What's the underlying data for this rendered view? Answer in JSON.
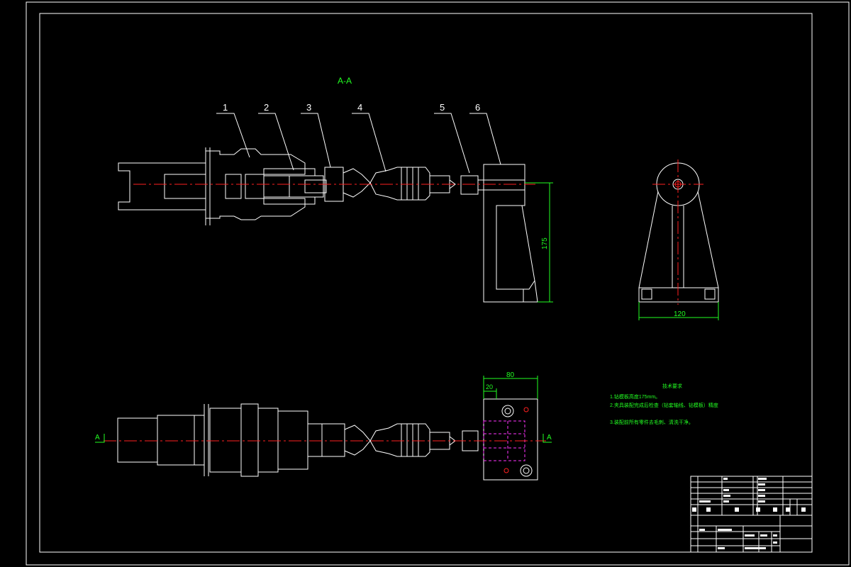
{
  "section_title": "A-A",
  "part_numbers": [
    "1",
    "2",
    "3",
    "4",
    "5",
    "6"
  ],
  "dimensions": {
    "height": "175",
    "width": "120",
    "depth": "80",
    "offset": "20"
  },
  "section_markers": {
    "left": "A",
    "right": "A"
  },
  "notes": {
    "heading": "技术要求",
    "items": [
      "1.钻模板高度175mm。",
      "2.夹具装配完成后检查（钻套轴线、钻模板）精度",
      "3.装配前所有零件去毛刺、清洗干净。"
    ]
  },
  "colors": {
    "geometry": "#ffffff",
    "centerline": "#ff2020",
    "annotation": "#22ff22",
    "hidden": "#ff33ff"
  }
}
